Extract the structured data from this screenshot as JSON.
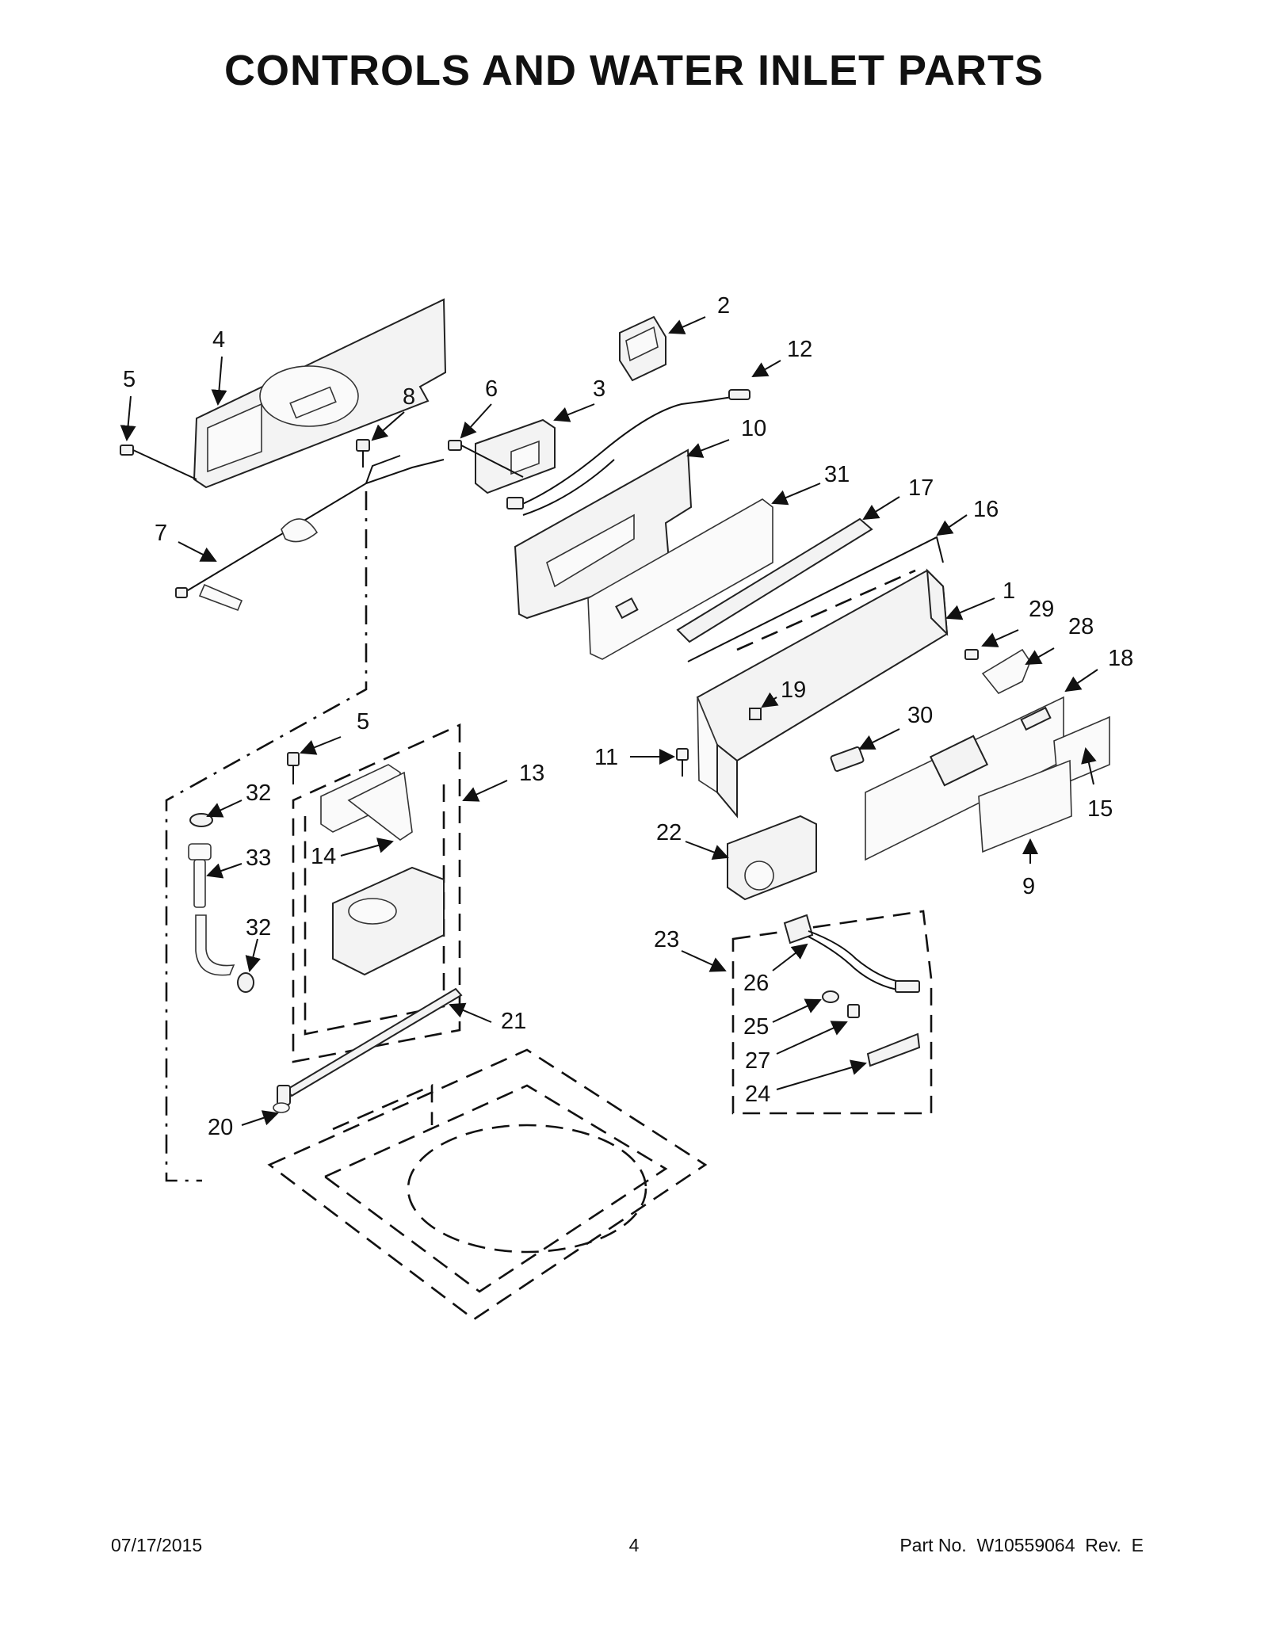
{
  "title": "CONTROLS AND WATER INLET PARTS",
  "footer": {
    "date": "07/17/2015",
    "page": "4",
    "part_number": "Part No.  W10559064  Rev.  E"
  },
  "callouts": [
    {
      "id": "c2",
      "label": "2"
    },
    {
      "id": "c12",
      "label": "12"
    },
    {
      "id": "c4",
      "label": "4"
    },
    {
      "id": "c5a",
      "label": "5"
    },
    {
      "id": "c8",
      "label": "8"
    },
    {
      "id": "c6",
      "label": "6"
    },
    {
      "id": "c3",
      "label": "3"
    },
    {
      "id": "c10",
      "label": "10"
    },
    {
      "id": "c31",
      "label": "31"
    },
    {
      "id": "c17",
      "label": "17"
    },
    {
      "id": "c16",
      "label": "16"
    },
    {
      "id": "c7",
      "label": "7"
    },
    {
      "id": "c1",
      "label": "1"
    },
    {
      "id": "c29",
      "label": "29"
    },
    {
      "id": "c28",
      "label": "28"
    },
    {
      "id": "c18",
      "label": "18"
    },
    {
      "id": "c19",
      "label": "19"
    },
    {
      "id": "c5b",
      "label": "5"
    },
    {
      "id": "c30",
      "label": "30"
    },
    {
      "id": "c13",
      "label": "13"
    },
    {
      "id": "c11",
      "label": "11"
    },
    {
      "id": "c32a",
      "label": "32"
    },
    {
      "id": "c15",
      "label": "15"
    },
    {
      "id": "c14",
      "label": "14"
    },
    {
      "id": "c33",
      "label": "33"
    },
    {
      "id": "c22",
      "label": "22"
    },
    {
      "id": "c9",
      "label": "9"
    },
    {
      "id": "c32b",
      "label": "32"
    },
    {
      "id": "c23",
      "label": "23"
    },
    {
      "id": "c26",
      "label": "26"
    },
    {
      "id": "c21",
      "label": "21"
    },
    {
      "id": "c25",
      "label": "25"
    },
    {
      "id": "c27",
      "label": "27"
    },
    {
      "id": "c24",
      "label": "24"
    },
    {
      "id": "c20",
      "label": "20"
    }
  ]
}
